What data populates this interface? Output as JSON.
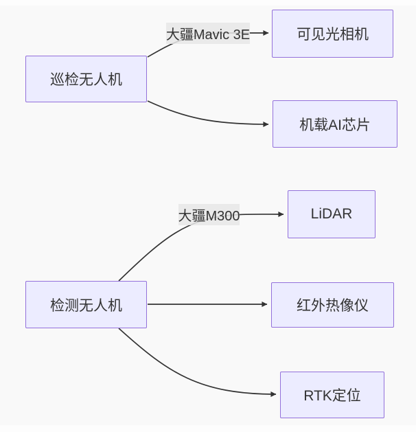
{
  "diagram": {
    "type": "flowchart",
    "direction": "left-to-right",
    "colors": {
      "canvas_background": "#f9f9f9",
      "node_fill": "#ececff",
      "node_border": "#9370db",
      "edge_line": "#333333",
      "edge_label_background": "#e8e8e8",
      "text": "#333333"
    },
    "nodes": [
      {
        "id": "patrol-drone",
        "label": "巡检无人机"
      },
      {
        "id": "visible-camera",
        "label": "可见光相机"
      },
      {
        "id": "onboard-ai-chip",
        "label": "机载AI芯片"
      },
      {
        "id": "detect-drone",
        "label": "检测无人机"
      },
      {
        "id": "lidar",
        "label": "LiDAR"
      },
      {
        "id": "thermal-imager",
        "label": "红外热像仪"
      },
      {
        "id": "rtk-positioning",
        "label": "RTK定位"
      }
    ],
    "edges": [
      {
        "from": "巡检无人机",
        "to": "可见光相机",
        "label": "大疆Mavic 3E"
      },
      {
        "from": "巡检无人机",
        "to": "机载AI芯片",
        "label": ""
      },
      {
        "from": "检测无人机",
        "to": "LiDAR",
        "label": "大疆M300"
      },
      {
        "from": "检测无人机",
        "to": "红外热像仪",
        "label": ""
      },
      {
        "from": "检测无人机",
        "to": "RTK定位",
        "label": ""
      }
    ]
  }
}
